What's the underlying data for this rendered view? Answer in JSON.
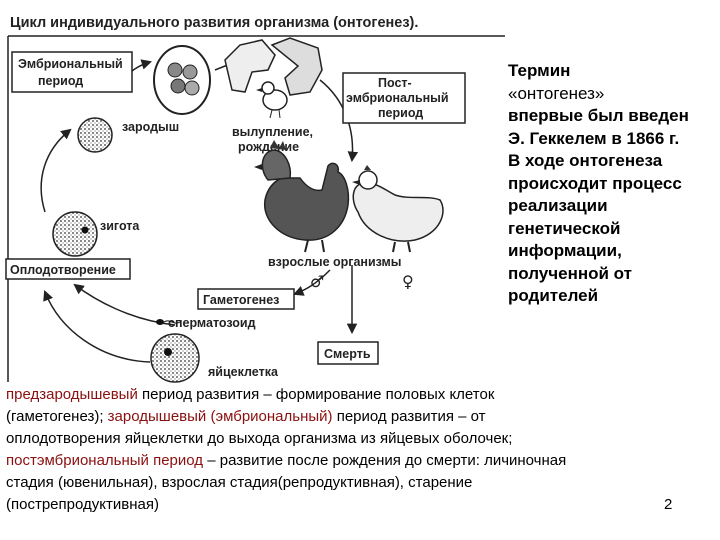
{
  "diagram": {
    "title": "Цикл индивидуального развития организма (онтогенез).",
    "embryonic_period": [
      "Эмбриональный",
      "период"
    ],
    "post_embryonic_period": [
      "Пост-",
      "эмбриональный",
      "период"
    ],
    "embryo": "зародыш",
    "hatching": [
      "вылупление,",
      "рождение"
    ],
    "zygote": "зигота",
    "fertilization": "Оплодотворение",
    "adults": "взрослые организмы",
    "male_symbol": "♂",
    "female_symbol": "♀",
    "gametogenesis": "Гаметогенез",
    "sperm": "сперматозоид",
    "egg": "яйцеклетка",
    "death": "Смерть"
  },
  "side_text": {
    "line1": "Термин",
    "line2_open": "«",
    "line2_term": "онтогенез",
    "line2_close": "»",
    "lines": [
      "впервые был введен",
      "Э. Геккелем в 1866 г.",
      "В ходе онтогенеза",
      "происходит процесс",
      "реализации",
      "генетической",
      "информации,",
      "полученной от",
      "родителей"
    ]
  },
  "bottom_text": {
    "l1_red": "предзародышевый",
    "l1_rest": " период развития – формирование половых клеток",
    "l2_a": "(гаметогенез); ",
    "l2_red": "зародышевый  (эмбриональный)",
    "l2_rest": " период развития – от",
    "l3": "оплодотворения яйцеклетки до выхода организма из яйцевых оболочек;",
    "l4_red": " постэмбриональный период",
    "l4_rest": " – развитие после рождения до смерти: личиночная",
    "l5": "стадия (ювенильная), взрослая стадия(репродуктивная), старение",
    "l6": "(пострепродуктивная)"
  },
  "page_number": "2"
}
